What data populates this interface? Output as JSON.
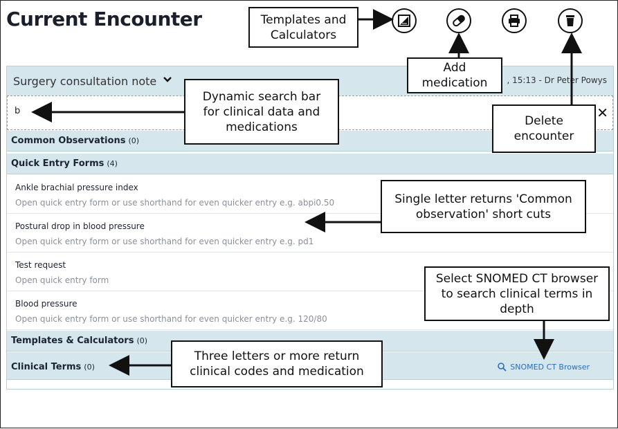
{
  "page": {
    "title": "Current Encounter"
  },
  "toolbar": {
    "templates_icon": "calculator-icon",
    "medication_icon": "pill-icon",
    "print_icon": "printer-icon",
    "delete_icon": "trash-icon"
  },
  "encounter": {
    "note_type": "Surgery consultation note",
    "meta": ", 15:13 - Dr Peter Powys"
  },
  "search": {
    "value": "b",
    "clear_label": "✕"
  },
  "sections": {
    "common_observations": {
      "label": "Common Observations",
      "count": "(0)"
    },
    "quick_entry_forms": {
      "label": "Quick Entry Forms",
      "count": "(4)"
    },
    "templates_calculators": {
      "label": "Templates & Calculators",
      "count": "(0)"
    },
    "clinical_terms": {
      "label": "Clinical Terms",
      "count": "(0)"
    }
  },
  "quick_entry_items": [
    {
      "name": "Ankle brachial pressure index",
      "description": "Open quick entry form or use shorthand for even quicker entry e.g. abpi0.50"
    },
    {
      "name": "Postural drop in blood pressure",
      "description": "Open quick entry form or use shorthand for even quicker entry e.g. pd1"
    },
    {
      "name": "Test request",
      "description": "Open quick entry form"
    },
    {
      "name": "Blood pressure",
      "description": "Open quick entry form or use shorthand for even quicker entry e.g. 120/80"
    }
  ],
  "snomed": {
    "label": "SNOMED CT Browser"
  },
  "callouts": {
    "templates": "Templates and\nCalculators",
    "add_medication": "Add\nmedication",
    "search": "Dynamic search bar\nfor clinical data and\nmedications",
    "delete": "Delete\nencounter",
    "single_letter": "Single letter returns 'Common\nobservation' short cuts",
    "snomed": "Select SNOMED CT browser\nto search clinical terms in\ndepth",
    "three_letters": "Three letters or more return\nclinical codes and medication"
  },
  "colors": {
    "header_bg": "#d6e6ed",
    "link": "#2a6fb8"
  }
}
